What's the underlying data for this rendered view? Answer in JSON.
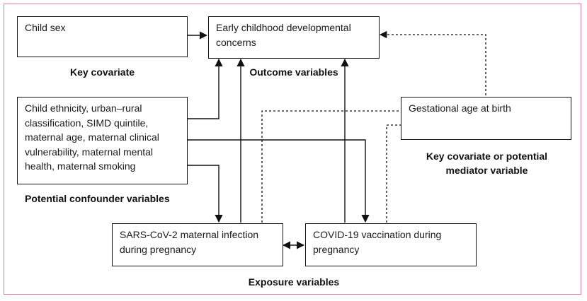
{
  "nodes": {
    "child_sex": "Child sex",
    "outcome": "Early childhood developmental concerns",
    "confounders": "Child ethnicity, urban–rural classification, SIMD quintile, maternal age, maternal clinical vulnerability, maternal mental health, maternal smoking",
    "gestational_age": "Gestational age at birth",
    "infection": "SARS-CoV-2 maternal infection during pregnancy",
    "vaccination": "COVID-19 vaccination during pregnancy"
  },
  "captions": {
    "key_covariate": "Key covariate",
    "outcome_variables": "Outcome variables",
    "potential_confounders": "Potential confounder variables",
    "mediator": "Key covariate or potential mediator variable",
    "exposure_variables": "Exposure variables"
  },
  "colors": {
    "frame": "#e07a9c",
    "line": "#111111"
  }
}
